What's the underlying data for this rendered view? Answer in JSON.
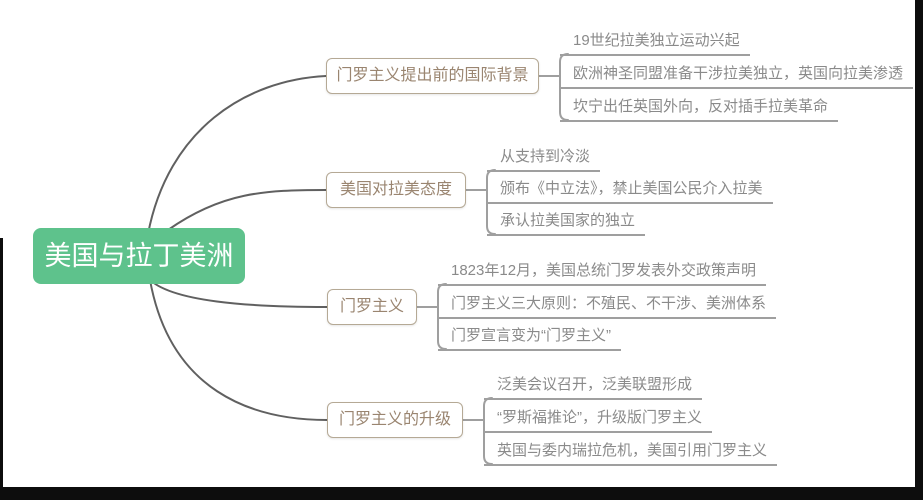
{
  "mindmap": {
    "root": {
      "label": "美国与拉丁美洲"
    },
    "branches": [
      {
        "label": "门罗主义提出前的国际背景",
        "children": [
          "19世纪拉美独立运动兴起",
          "欧洲神圣同盟准备干涉拉美独立，英国向拉美渗透",
          "坎宁出任英国外向，反对插手拉美革命"
        ]
      },
      {
        "label": "美国对拉美态度",
        "children": [
          "从支持到冷淡",
          "颁布《中立法》，禁止美国公民介入拉美",
          "承认拉美国家的独立"
        ]
      },
      {
        "label": "门罗主义",
        "children": [
          "1823年12月，美国总统门罗发表外交政策声明",
          "门罗主义三大原则：不殖民、不干涉、美洲体系",
          "门罗宣言变为“门罗主义”"
        ]
      },
      {
        "label": "门罗主义的升级",
        "children": [
          "泛美会议召开，泛美联盟形成",
          "“罗斯福推论”，升级版门罗主义",
          "英国与委内瑞拉危机，美国引用门罗主义"
        ]
      }
    ],
    "colors": {
      "root_bg": "#5ec28c",
      "root_text": "#ffffff",
      "branch_border": "#b5a995",
      "branch_text": "#9a8570",
      "branch_line": "#606060",
      "child_line": "#9f9f9f",
      "child_text": "#8a8a8a",
      "frame": "#0d0d0d"
    }
  }
}
